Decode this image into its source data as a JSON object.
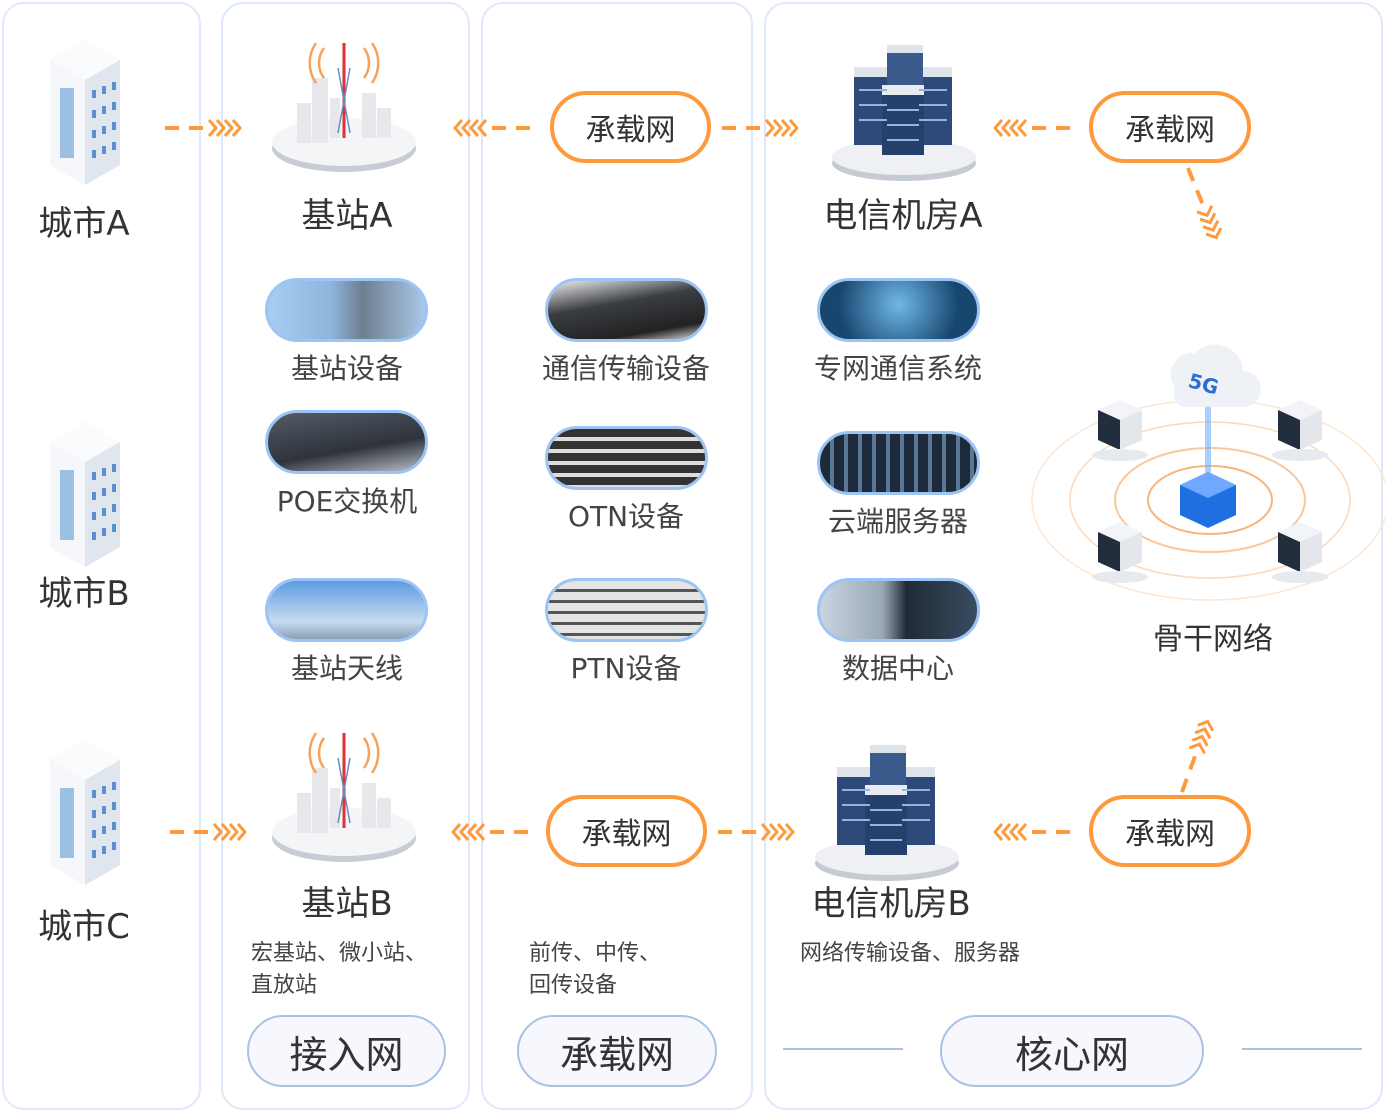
{
  "cities": [
    "城市A",
    "城市B",
    "城市C"
  ],
  "stations": [
    "基站A",
    "基站B"
  ],
  "rooms": [
    "电信机房A",
    "电信机房B"
  ],
  "carrier_pill": "承载网",
  "backbone": {
    "label": "骨干网络",
    "cloud_text": "5G"
  },
  "access_items": [
    "基站设备",
    "POE交换机",
    "基站天线"
  ],
  "carrier_items": [
    "通信传输设备",
    "OTN设备",
    "PTN设备"
  ],
  "core_items": [
    "专网通信系统",
    "云端服务器",
    "数据中心"
  ],
  "descriptions": {
    "access": "宏基站、微小站、\n直放站",
    "carrier": "前传、中传、\n回传设备",
    "core": "网络传输设备、服务器"
  },
  "categories": {
    "access": "接入网",
    "carrier": "承载网",
    "core": "核心网"
  },
  "colors": {
    "accent": "#ff9a3c",
    "panel_border": "#dde9fb",
    "category_border": "#a9c2e4"
  }
}
